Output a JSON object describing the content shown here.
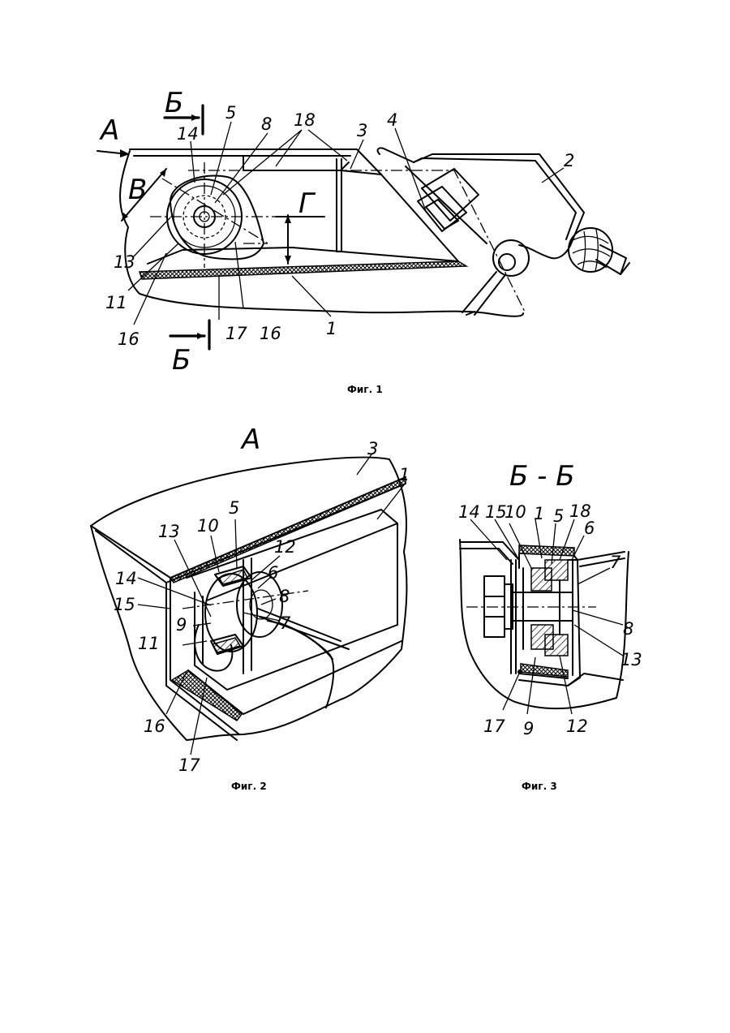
{
  "figures": [
    {
      "id": "fig1",
      "caption": "Фиг. 1",
      "view_marks": [
        "А",
        "В",
        "Г",
        "Б",
        "Б"
      ],
      "labels": [
        "14",
        "5",
        "8",
        "18",
        "3",
        "4",
        "2",
        "13",
        "11",
        "16",
        "17",
        "16",
        "1"
      ]
    },
    {
      "id": "fig2",
      "caption": "Фиг. 2",
      "title": "А",
      "labels": [
        "3",
        "1",
        "13",
        "10",
        "5",
        "12",
        "6",
        "14",
        "8",
        "15",
        "9",
        "7",
        "11",
        "16",
        "17"
      ]
    },
    {
      "id": "fig3",
      "caption": "Фиг. 3",
      "title": "Б - Б",
      "labels": [
        "14",
        "15",
        "10",
        "1",
        "5",
        "18",
        "6",
        "7",
        "8",
        "13",
        "17",
        "9",
        "12"
      ]
    }
  ]
}
